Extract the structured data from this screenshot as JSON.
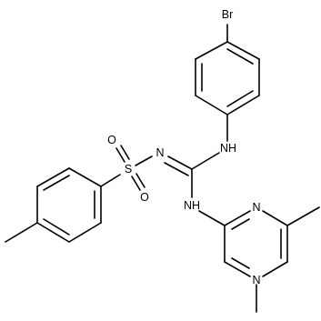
{
  "molecule": {
    "atom_labels": {
      "br": "Br",
      "nh_aryl": "NH",
      "n_imine": "N",
      "s": "S",
      "o_top": "O",
      "o_bottom": "O",
      "nh_pyr": "NH",
      "n_pyr_top": "N",
      "n_pyr_bottom": "N"
    }
  }
}
